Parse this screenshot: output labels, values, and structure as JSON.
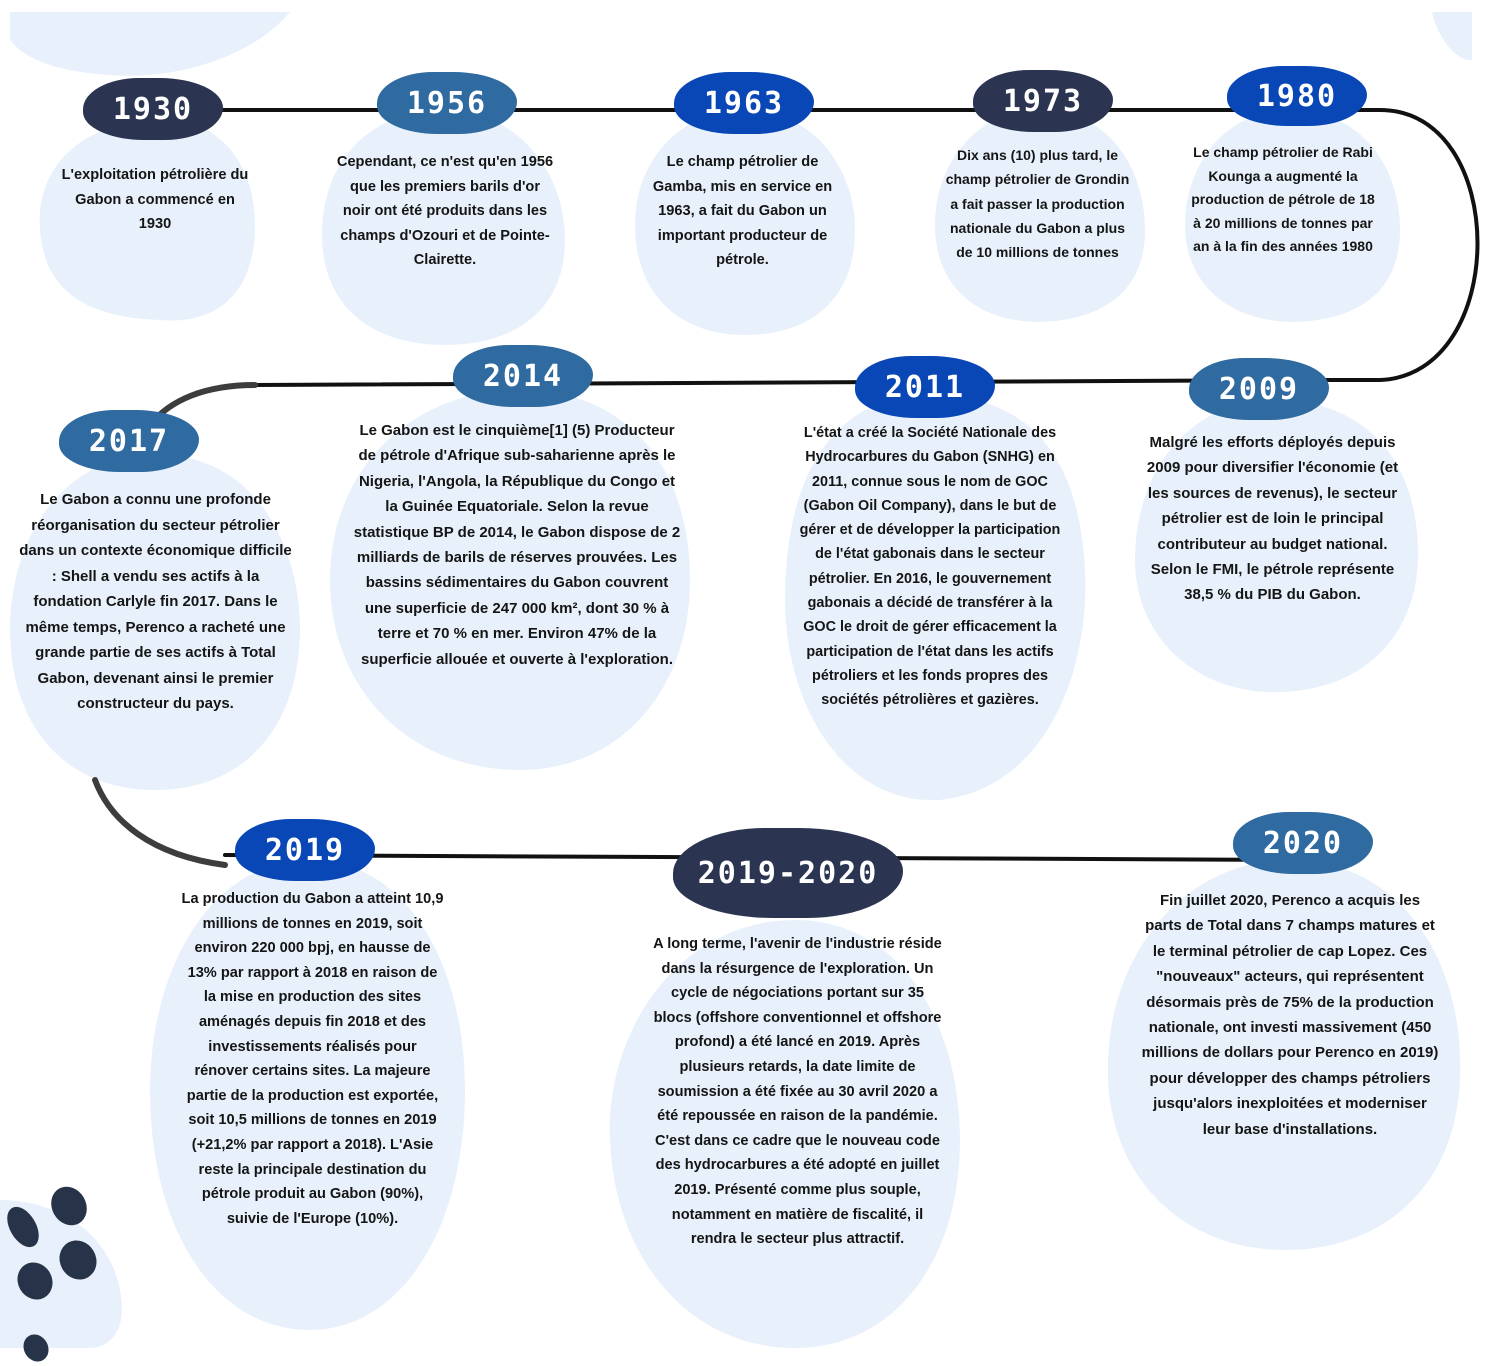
{
  "colors": {
    "navy": "#2b3551",
    "steel": "#2f6aa0",
    "royal": "#0a47b6",
    "blob": "#e8f1fb",
    "line": "#111111"
  },
  "events": [
    {
      "year": "1930",
      "text": "L'exploitation pétrolière du Gabon a commencé en 1930",
      "color": "navy"
    },
    {
      "year": "1956",
      "text": "Cependant, ce n'est qu'en 1956 que les premiers barils d'or noir ont été produits dans les champs d'Ozouri et de Pointe-Clairette.",
      "color": "steel"
    },
    {
      "year": "1963",
      "text": "Le champ pétrolier de Gamba, mis en service en 1963, a fait du Gabon un important producteur de pétrole.",
      "color": "royal"
    },
    {
      "year": "1973",
      "text": "Dix ans (10) plus tard, le champ pétrolier de Grondin a fait passer la production nationale du Gabon a plus de 10 millions de tonnes",
      "color": "navy"
    },
    {
      "year": "1980",
      "text": "Le champ pétrolier de Rabi Kounga a augmenté la production de pétrole de 18 à 20 millions de tonnes par an à la fin des années 1980",
      "color": "royal"
    },
    {
      "year": "2009",
      "text": "Malgré les efforts déployés depuis 2009 pour diversifier l'économie (et les sources de revenus), le secteur pétrolier est de loin le principal contributeur au budget national. Selon le FMI, le pétrole représente 38,5 % du PIB du Gabon.",
      "color": "steel"
    },
    {
      "year": "2011",
      "text": "L'état a créé la Société Nationale des Hydrocarbures du Gabon (SNHG) en 2011, connue sous le nom de GOC (Gabon Oil Company), dans le but de gérer et de développer la participation de l'état gabonais dans le secteur pétrolier. En 2016, le gouvernement gabonais a décidé de transférer à la GOC le droit de gérer efficacement la participation de l'état dans les actifs pétroliers et les fonds propres des sociétés pétrolières et gazières.",
      "color": "royal"
    },
    {
      "year": "2014",
      "text": "Le Gabon est le cinquième[1] (5) Producteur de pétrole d'Afrique sub-saharienne après le Nigeria, l'Angola, la République du Congo et la Guinée Equatoriale. Selon la revue statistique BP de 2014, le Gabon dispose de 2 milliards de barils de réserves prouvées. Les bassins sédimentaires du Gabon couvrent une superficie de 247 000 km², dont 30 % à terre et 70 % en mer. Environ 47% de la superficie allouée et ouverte à l'exploration.",
      "color": "steel"
    },
    {
      "year": "2017",
      "text": "Le Gabon a connu une profonde réorganisation du secteur pétrolier dans un contexte économique difficile : Shell a vendu ses actifs à la fondation Carlyle fin 2017. Dans le même temps, Perenco a racheté une grande partie de ses actifs à Total Gabon, devenant ainsi le premier constructeur du pays.",
      "color": "steel"
    },
    {
      "year": "2019",
      "text": "La production du Gabon a atteint 10,9 millions de tonnes en 2019, soit environ 220 000 bpj, en hausse de 13% par rapport à 2018 en raison de la mise en production des sites aménagés depuis fin 2018 et des investissements réalisés pour rénover certains sites. La majeure partie de la production est exportée, soit 10,5 millions de tonnes en 2019 (+21,2% par rapport a 2018). L'Asie reste la principale destination du pétrole produit au Gabon (90%), suivie de l'Europe (10%).",
      "color": "royal"
    },
    {
      "year": "2019-2020",
      "text": "A long terme, l'avenir de l'industrie réside dans la résurgence de l'exploration. Un cycle de négociations portant sur 35 blocs (offshore conventionnel et offshore profond) a été lancé en 2019. Après plusieurs retards, la date limite de soumission a été fixée au 30 avril 2020 a été repoussée en raison de la pandémie. C'est dans ce cadre que le nouveau code des hydrocarbures a été adopté en juillet 2019. Présenté comme plus souple, notamment en matière de fiscalité, il rendra le secteur plus attractif.",
      "color": "navy"
    },
    {
      "year": "2020",
      "text": "Fin juillet 2020, Perenco a acquis les parts de Total dans 7 champs matures et le terminal pétrolier de cap Lopez. Ces \"nouveaux\" acteurs, qui représentent désormais près de 75% de la production nationale, ont investi massivement (450 millions de dollars pour Perenco en 2019) pour développer des champs pétroliers jusqu'alors inexploitées et moderniser leur base d'installations.",
      "color": "steel"
    }
  ]
}
